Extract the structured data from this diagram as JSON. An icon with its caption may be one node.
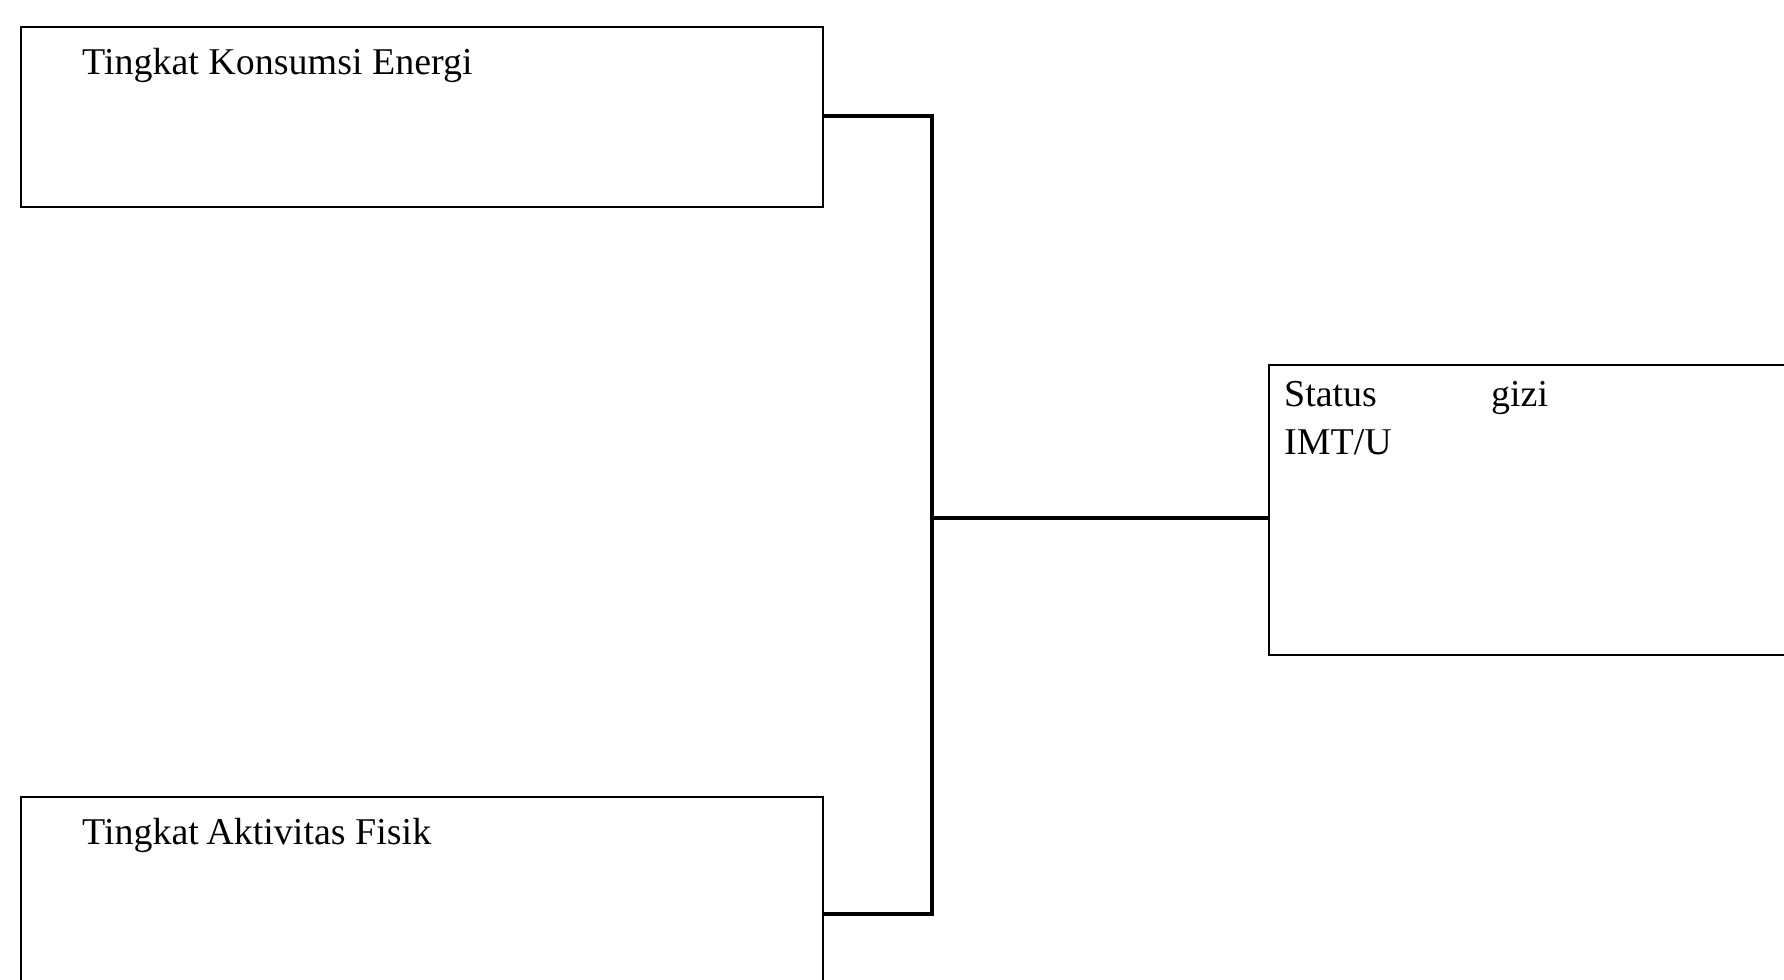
{
  "diagram": {
    "nodes": [
      {
        "text": [
          "Tingkat Konsumsi Energi"
        ]
      },
      {
        "text": [
          "Tingkat Aktivitas Fisik"
        ]
      },
      {
        "text": [
          "Status gizi IMT/U"
        ]
      }
    ],
    "edges": [
      {
        "from": 0,
        "to": 2,
        "arrow": "none"
      },
      {
        "from": 1,
        "to": 2,
        "arrow": "none"
      }
    ]
  }
}
